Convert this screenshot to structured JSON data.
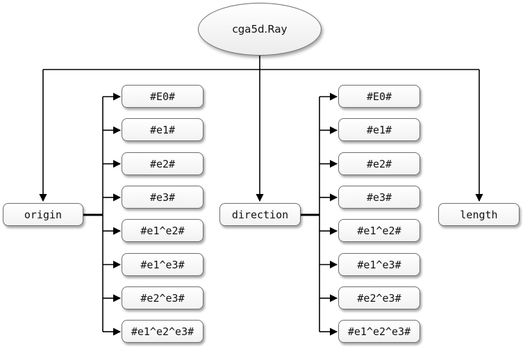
{
  "root": {
    "label": "cga5d.Ray"
  },
  "properties": [
    {
      "label": "origin",
      "children": [
        "#E0#",
        "#e1#",
        "#e2#",
        "#e3#",
        "#e1^e2#",
        "#e1^e3#",
        "#e2^e3#",
        "#e1^e2^e3#"
      ]
    },
    {
      "label": "direction",
      "children": [
        "#E0#",
        "#e1#",
        "#e2#",
        "#e3#",
        "#e1^e2#",
        "#e1^e3#",
        "#e2^e3#",
        "#e1^e2^e3#"
      ]
    },
    {
      "label": "length",
      "children": []
    }
  ]
}
